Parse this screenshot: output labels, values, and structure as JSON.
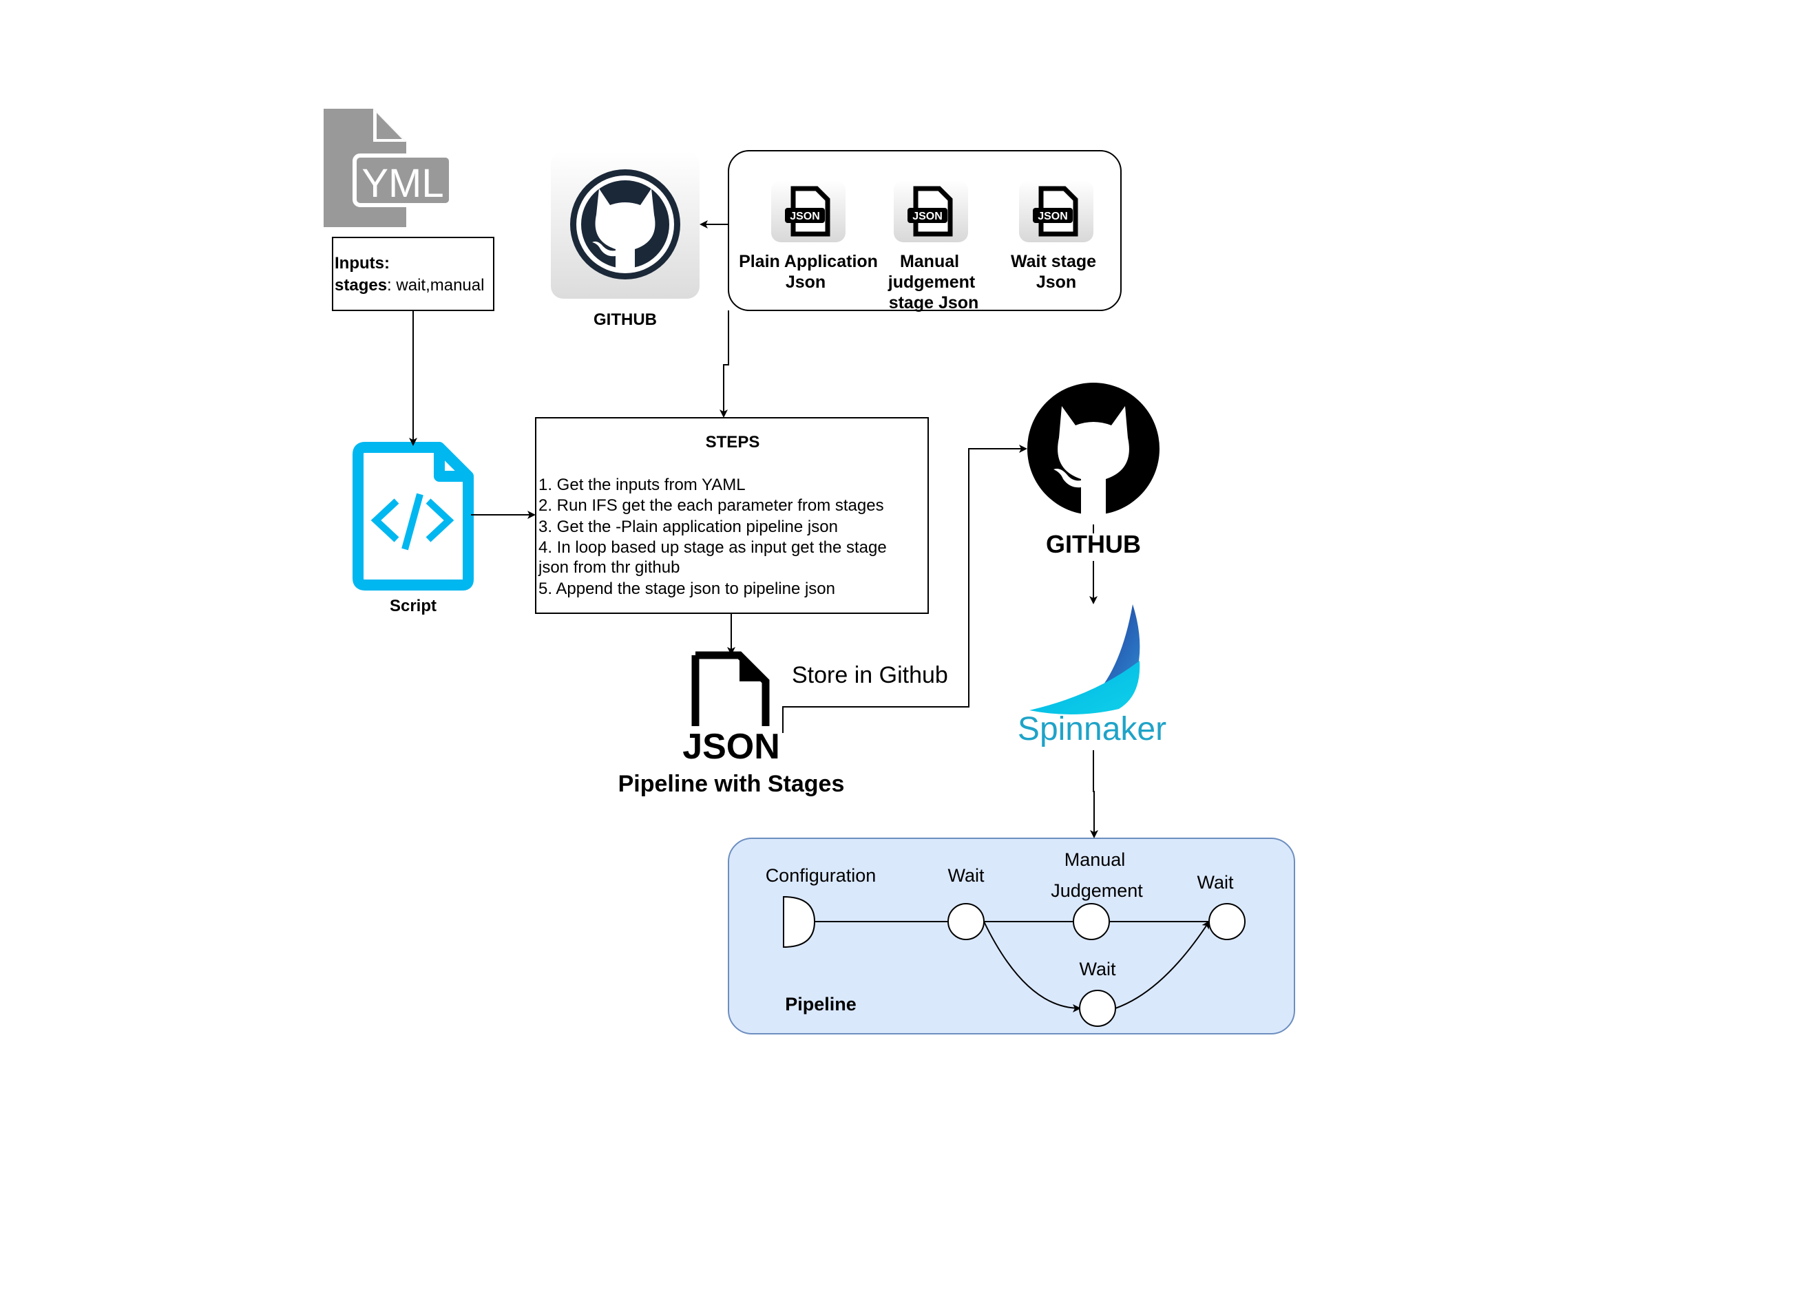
{
  "yml_icon": {
    "label": "YML",
    "color": "#999999"
  },
  "inputs_box": {
    "line1": "Inputs:",
    "line2_key": "stages",
    "line2_value": ": wait,manual"
  },
  "github_top": {
    "label": "GITHUB",
    "icon": "github-icon"
  },
  "json_repo": {
    "badge": "JSON",
    "files": [
      {
        "lines": [
          "Plain Application",
          "Json"
        ]
      },
      {
        "lines": [
          "Manual",
          "judgement",
          "stage Json"
        ]
      },
      {
        "lines": [
          "Wait stage",
          "Json"
        ]
      }
    ]
  },
  "script": {
    "label": "Script",
    "color": "#00b7f0",
    "icon": "code-file-icon"
  },
  "steps": {
    "title": "STEPS",
    "lines": [
      "1. Get the inputs from YAML",
      "2. Run IFS get the each parameter from stages",
      "3. Get the -Plain application pipeline json",
      "4. In loop based up stage as input get the stage",
      "json from thr github",
      "5. Append the stage json to pipeline json"
    ]
  },
  "output_json": {
    "badge": "JSON",
    "label": "Pipeline with Stages"
  },
  "store_label": "Store in Github",
  "github_right": {
    "label": "GITHUB",
    "icon": "github-icon"
  },
  "spinnaker": {
    "label": "Spinnaker",
    "color": "#1fa3c8"
  },
  "pipeline": {
    "label": "Pipeline",
    "fill": "#dae8fc",
    "stroke": "#6c8ebf",
    "stages": {
      "configuration": "Configuration",
      "wait1": "Wait",
      "manual_line1": "Manual",
      "manual_line2": "Judgement",
      "wait_end": "Wait",
      "wait_lower": "Wait"
    }
  }
}
